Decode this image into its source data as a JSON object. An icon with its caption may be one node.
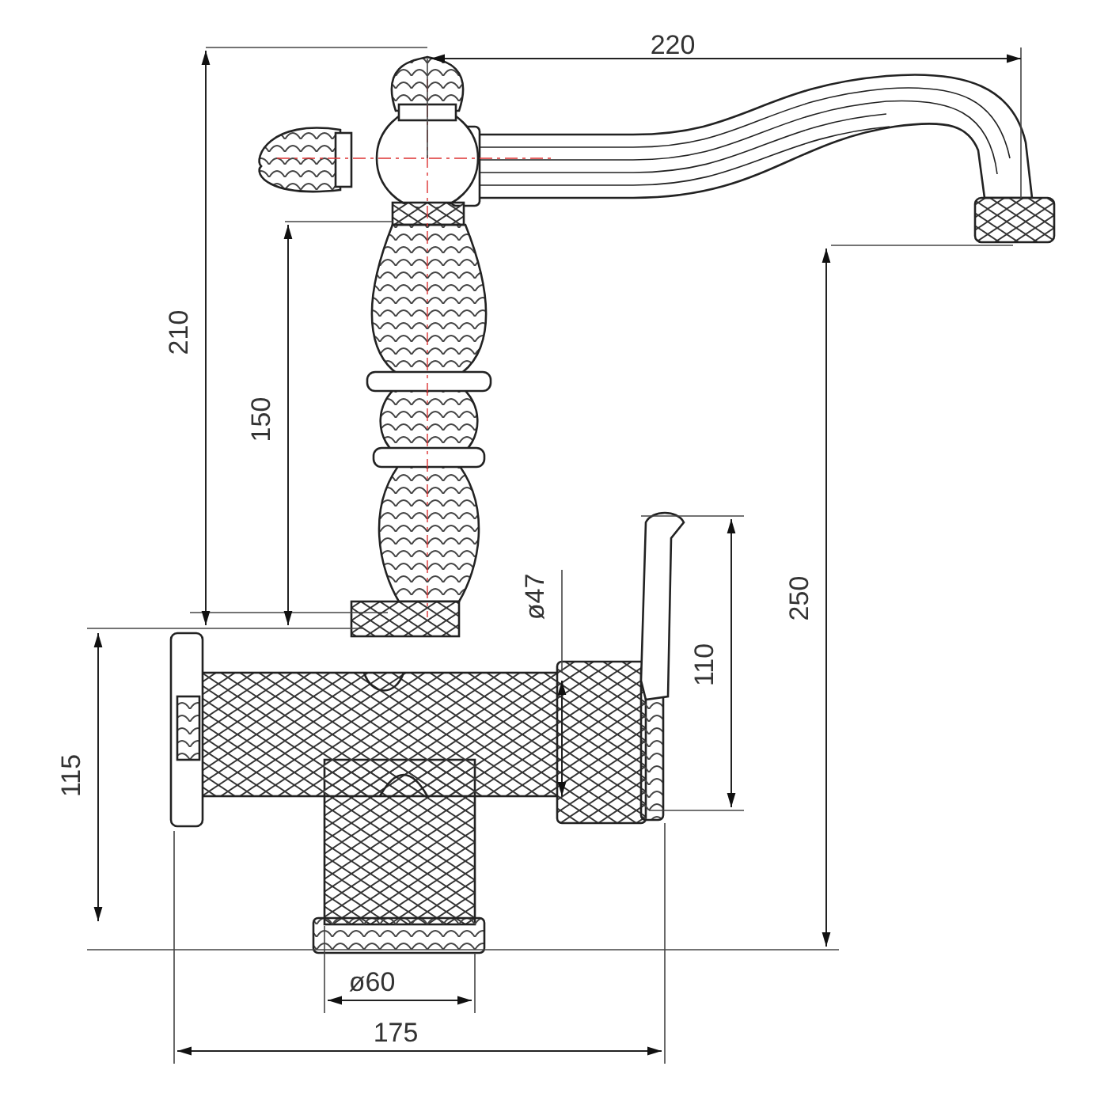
{
  "diagram": {
    "labels": [
      "220",
      "210",
      "150",
      "250",
      "ø47",
      "110",
      "115",
      "ø60",
      "175"
    ]
  }
}
